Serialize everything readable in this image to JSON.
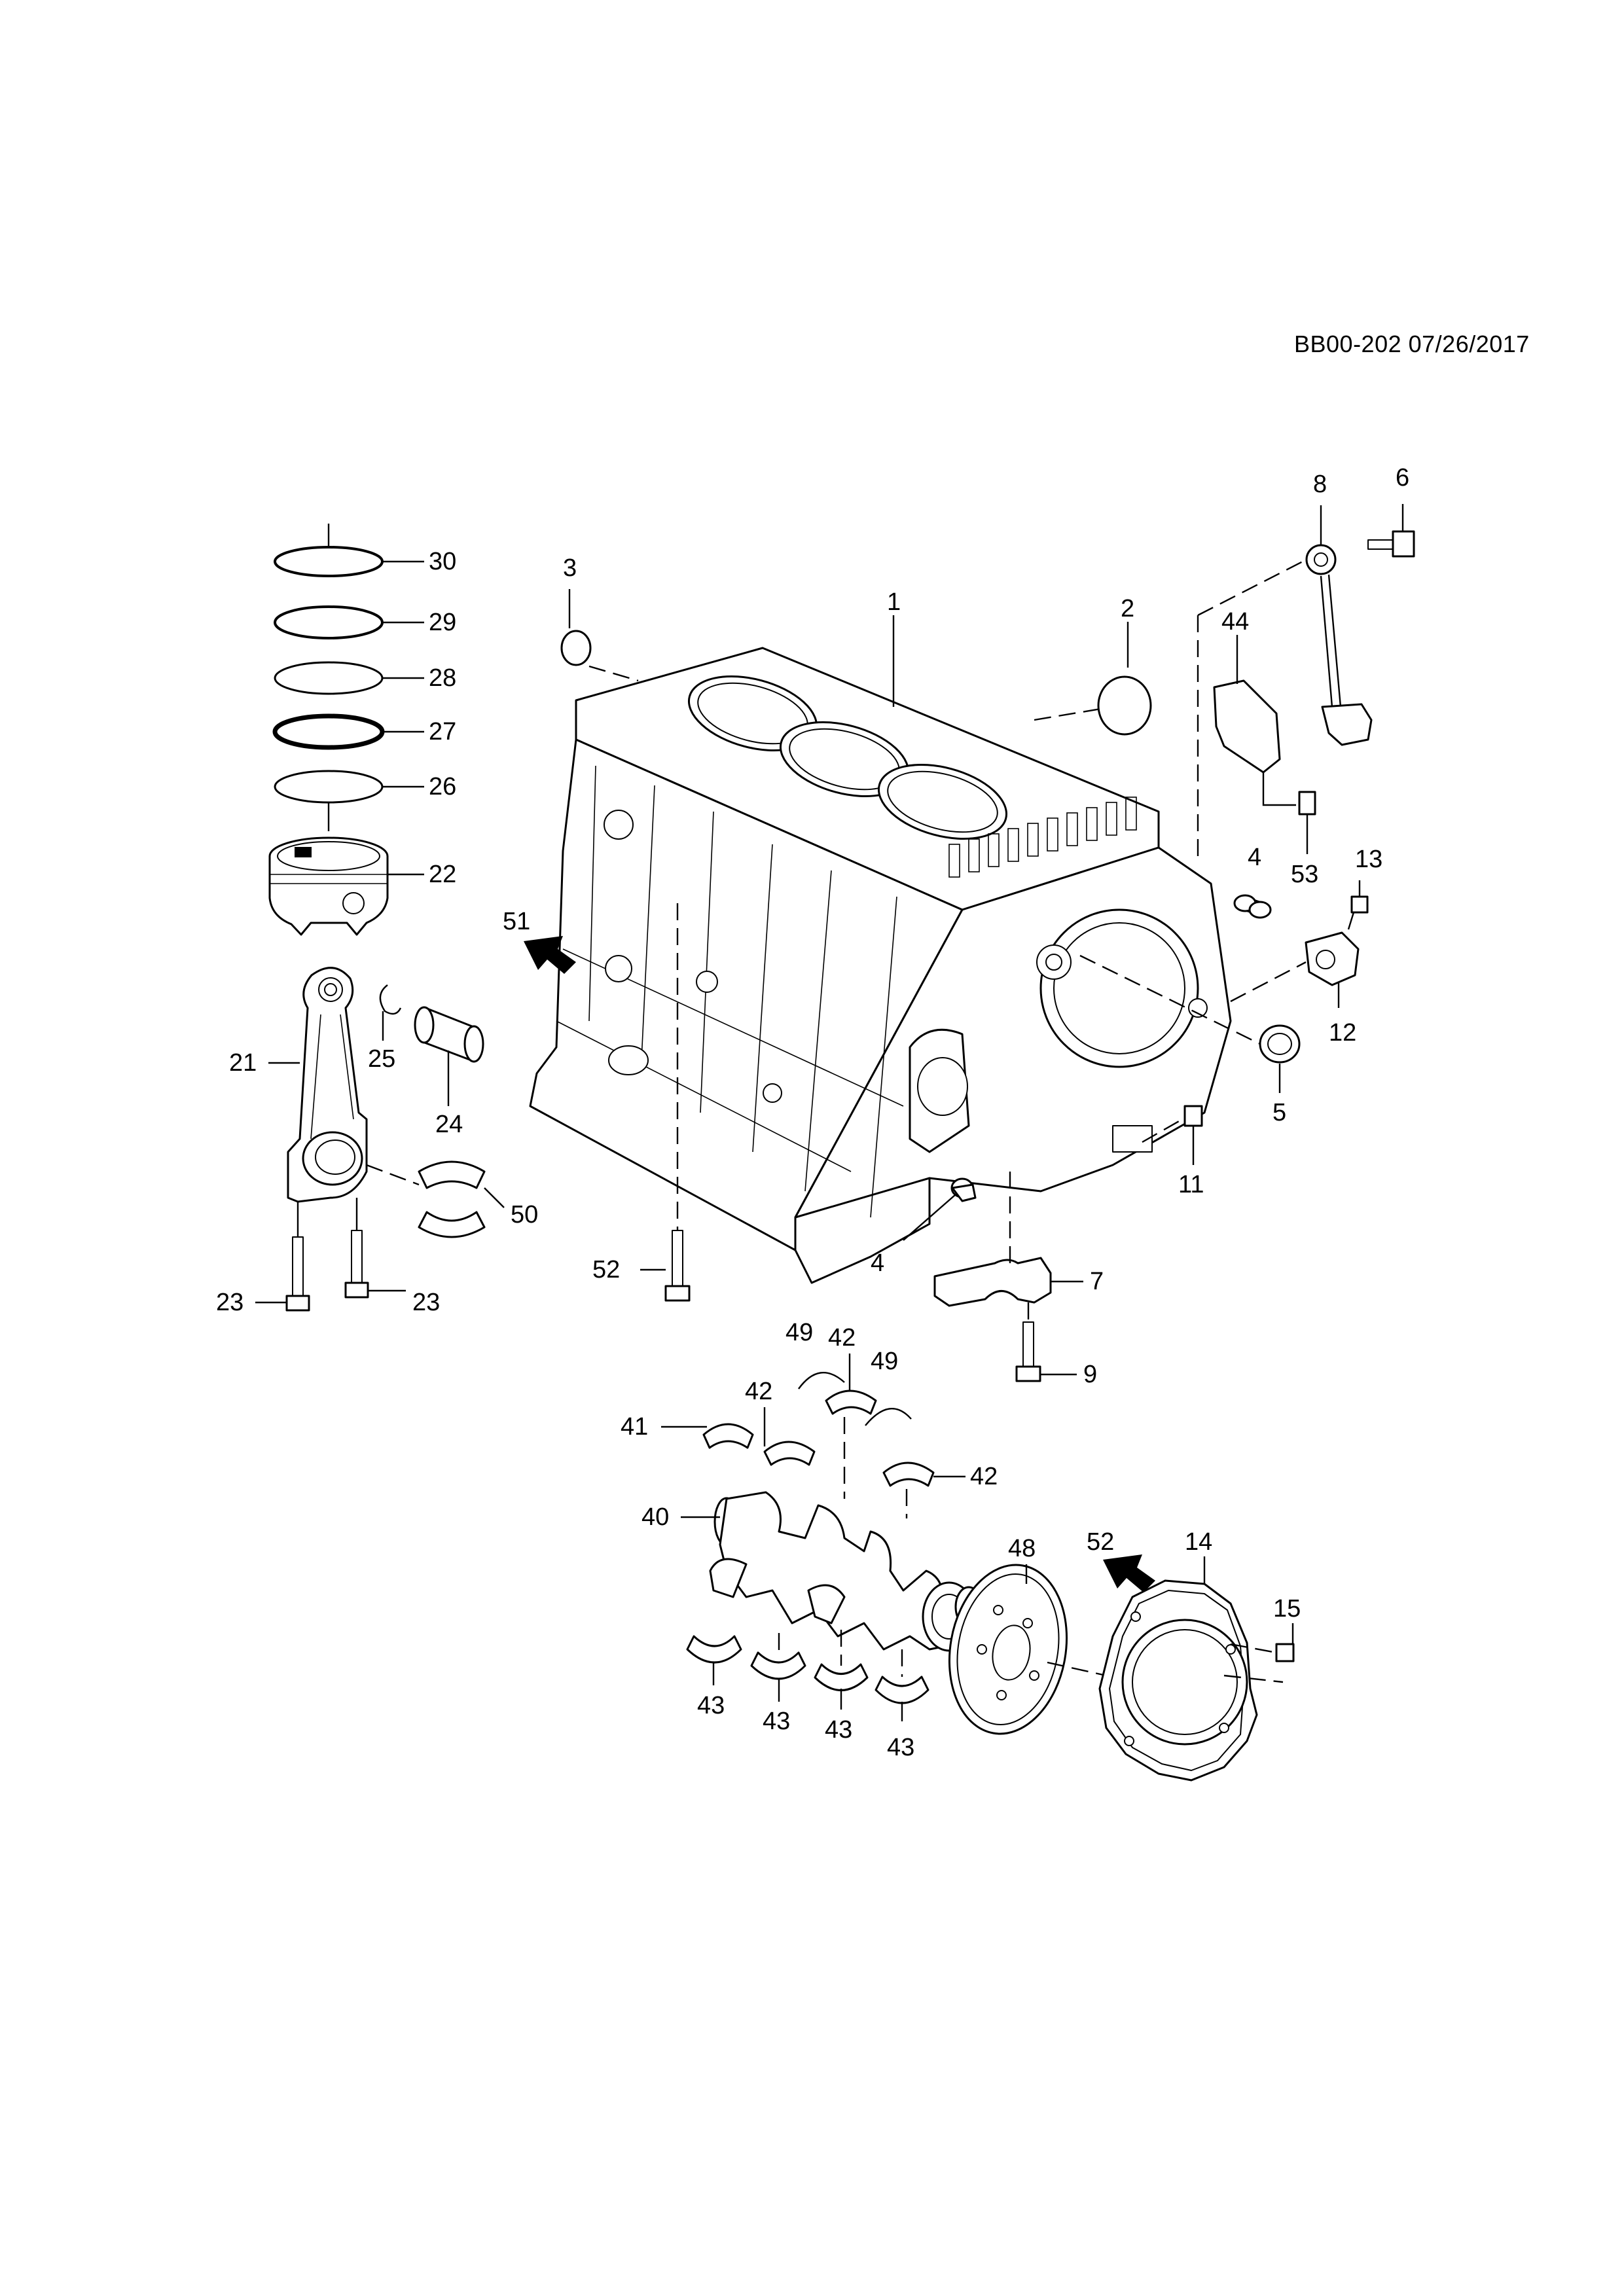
{
  "diagram": {
    "code": "BB00-202 07/26/2017"
  },
  "callouts": {
    "c1": "1",
    "c2": "2",
    "c3": "3",
    "c4a": "4",
    "c4b": "4",
    "c5": "5",
    "c6": "6",
    "c7": "7",
    "c8": "8",
    "c9": "9",
    "c11": "11",
    "c12": "12",
    "c13": "13",
    "c14": "14",
    "c15": "15",
    "c21": "21",
    "c22": "22",
    "c23a": "23",
    "c23b": "23",
    "c24": "24",
    "c25": "25",
    "c26": "26",
    "c27": "27",
    "c28": "28",
    "c29": "29",
    "c30": "30",
    "c40": "40",
    "c41": "41",
    "c42a": "42",
    "c42b": "42",
    "c42c": "42",
    "c43a": "43",
    "c43b": "43",
    "c43c": "43",
    "c43d": "43",
    "c44": "44",
    "c48": "48",
    "c49a": "49",
    "c49b": "49",
    "c50": "50",
    "c51": "51",
    "c52a": "52",
    "c52b": "52",
    "c53": "53"
  },
  "parts": {
    "engine_block": "engine-block",
    "piston": "piston",
    "connecting_rod": "connecting-rod",
    "crankshaft": "crankshaft",
    "rear_oil_seal_housing": "rear-seal-housing",
    "reluctor_wheel": "reluctor-wheel"
  }
}
